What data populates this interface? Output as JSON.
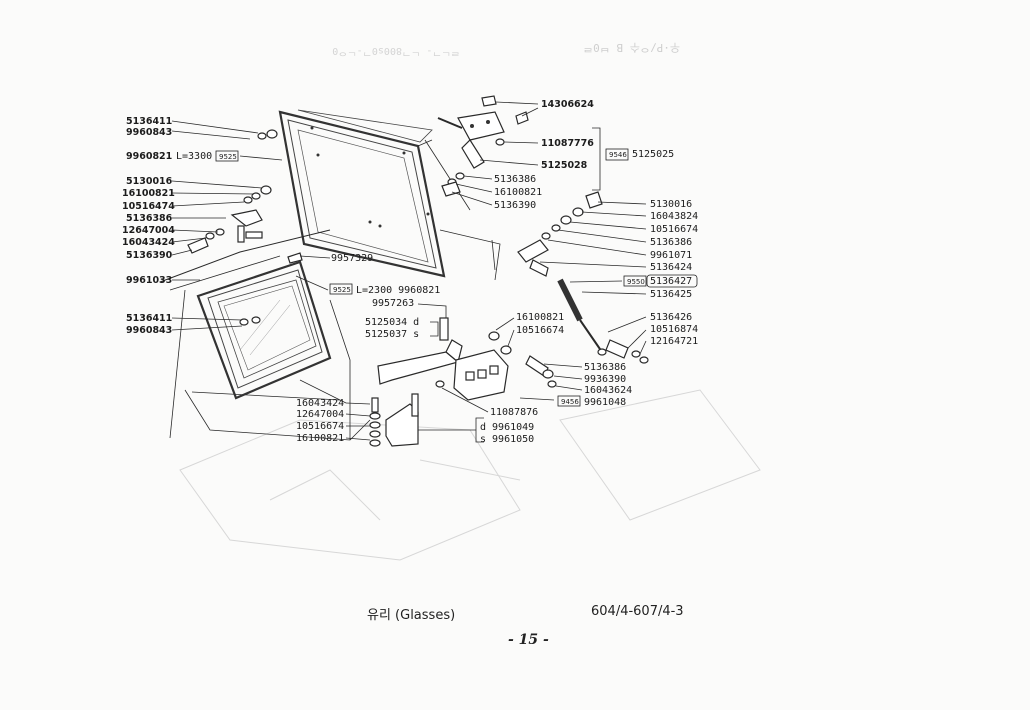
{
  "caption": "유리 (Glasses)",
  "model": "604/4-607/4-3",
  "page_number": "- 15 -",
  "left_parts": [
    {
      "code": "5136411"
    },
    {
      "code": "9960843"
    },
    {
      "code": "9960821",
      "extra": "L=3300",
      "box": "9525"
    },
    {
      "code": "5130016"
    },
    {
      "code": "16100821"
    },
    {
      "code": "10516474"
    },
    {
      "code": "5136386"
    },
    {
      "code": "12647004"
    },
    {
      "code": "16043424"
    },
    {
      "code": "5136390"
    },
    {
      "code": "9961033"
    },
    {
      "code": "5136411"
    },
    {
      "code": "9960843"
    }
  ],
  "top_parts": {
    "hinge_group": [
      "14306624",
      "11087776",
      "5125028"
    ],
    "hinge_assembly_box": "9546",
    "hinge_assembly_code": "5125025",
    "below_hinge": [
      "5136386",
      "16100821",
      "5136390"
    ]
  },
  "center_parts": {
    "clip": "9957329",
    "seal_box": "9525",
    "seal_text": "L=2300  9960821",
    "bolt": "9957263",
    "lever_d": "5125034  d",
    "lever_s": "5125037  s",
    "washer_a": "16100821",
    "washer_b": "10516674",
    "latch": "11087876",
    "bracket_d": "d 9961049",
    "bracket_s": "s 9961050",
    "bottom_stack": [
      "16043424",
      "12647004",
      "10516674",
      "16100821"
    ]
  },
  "right_parts": {
    "stack": [
      "5130016",
      "16043824",
      "10516674",
      "5136386",
      "9961071",
      "5136424"
    ],
    "strut_box": "9550",
    "strut_code": "5136427",
    "strut_lower": "5136425",
    "lower_stack": [
      "5136426",
      "10516874",
      "12164721"
    ],
    "latch_stack": [
      "5136386",
      "9936390",
      "16043624"
    ],
    "latch_box": "9456",
    "latch_code": "9961048"
  },
  "show_through": {
    "top_text": "우·P/ᄋ수  B  ᄇ0ᄅ",
    "top_text2": "ᄅᄂᄀ- ᄂᄀ800s0ᄀ-ᄂᄋ0"
  }
}
